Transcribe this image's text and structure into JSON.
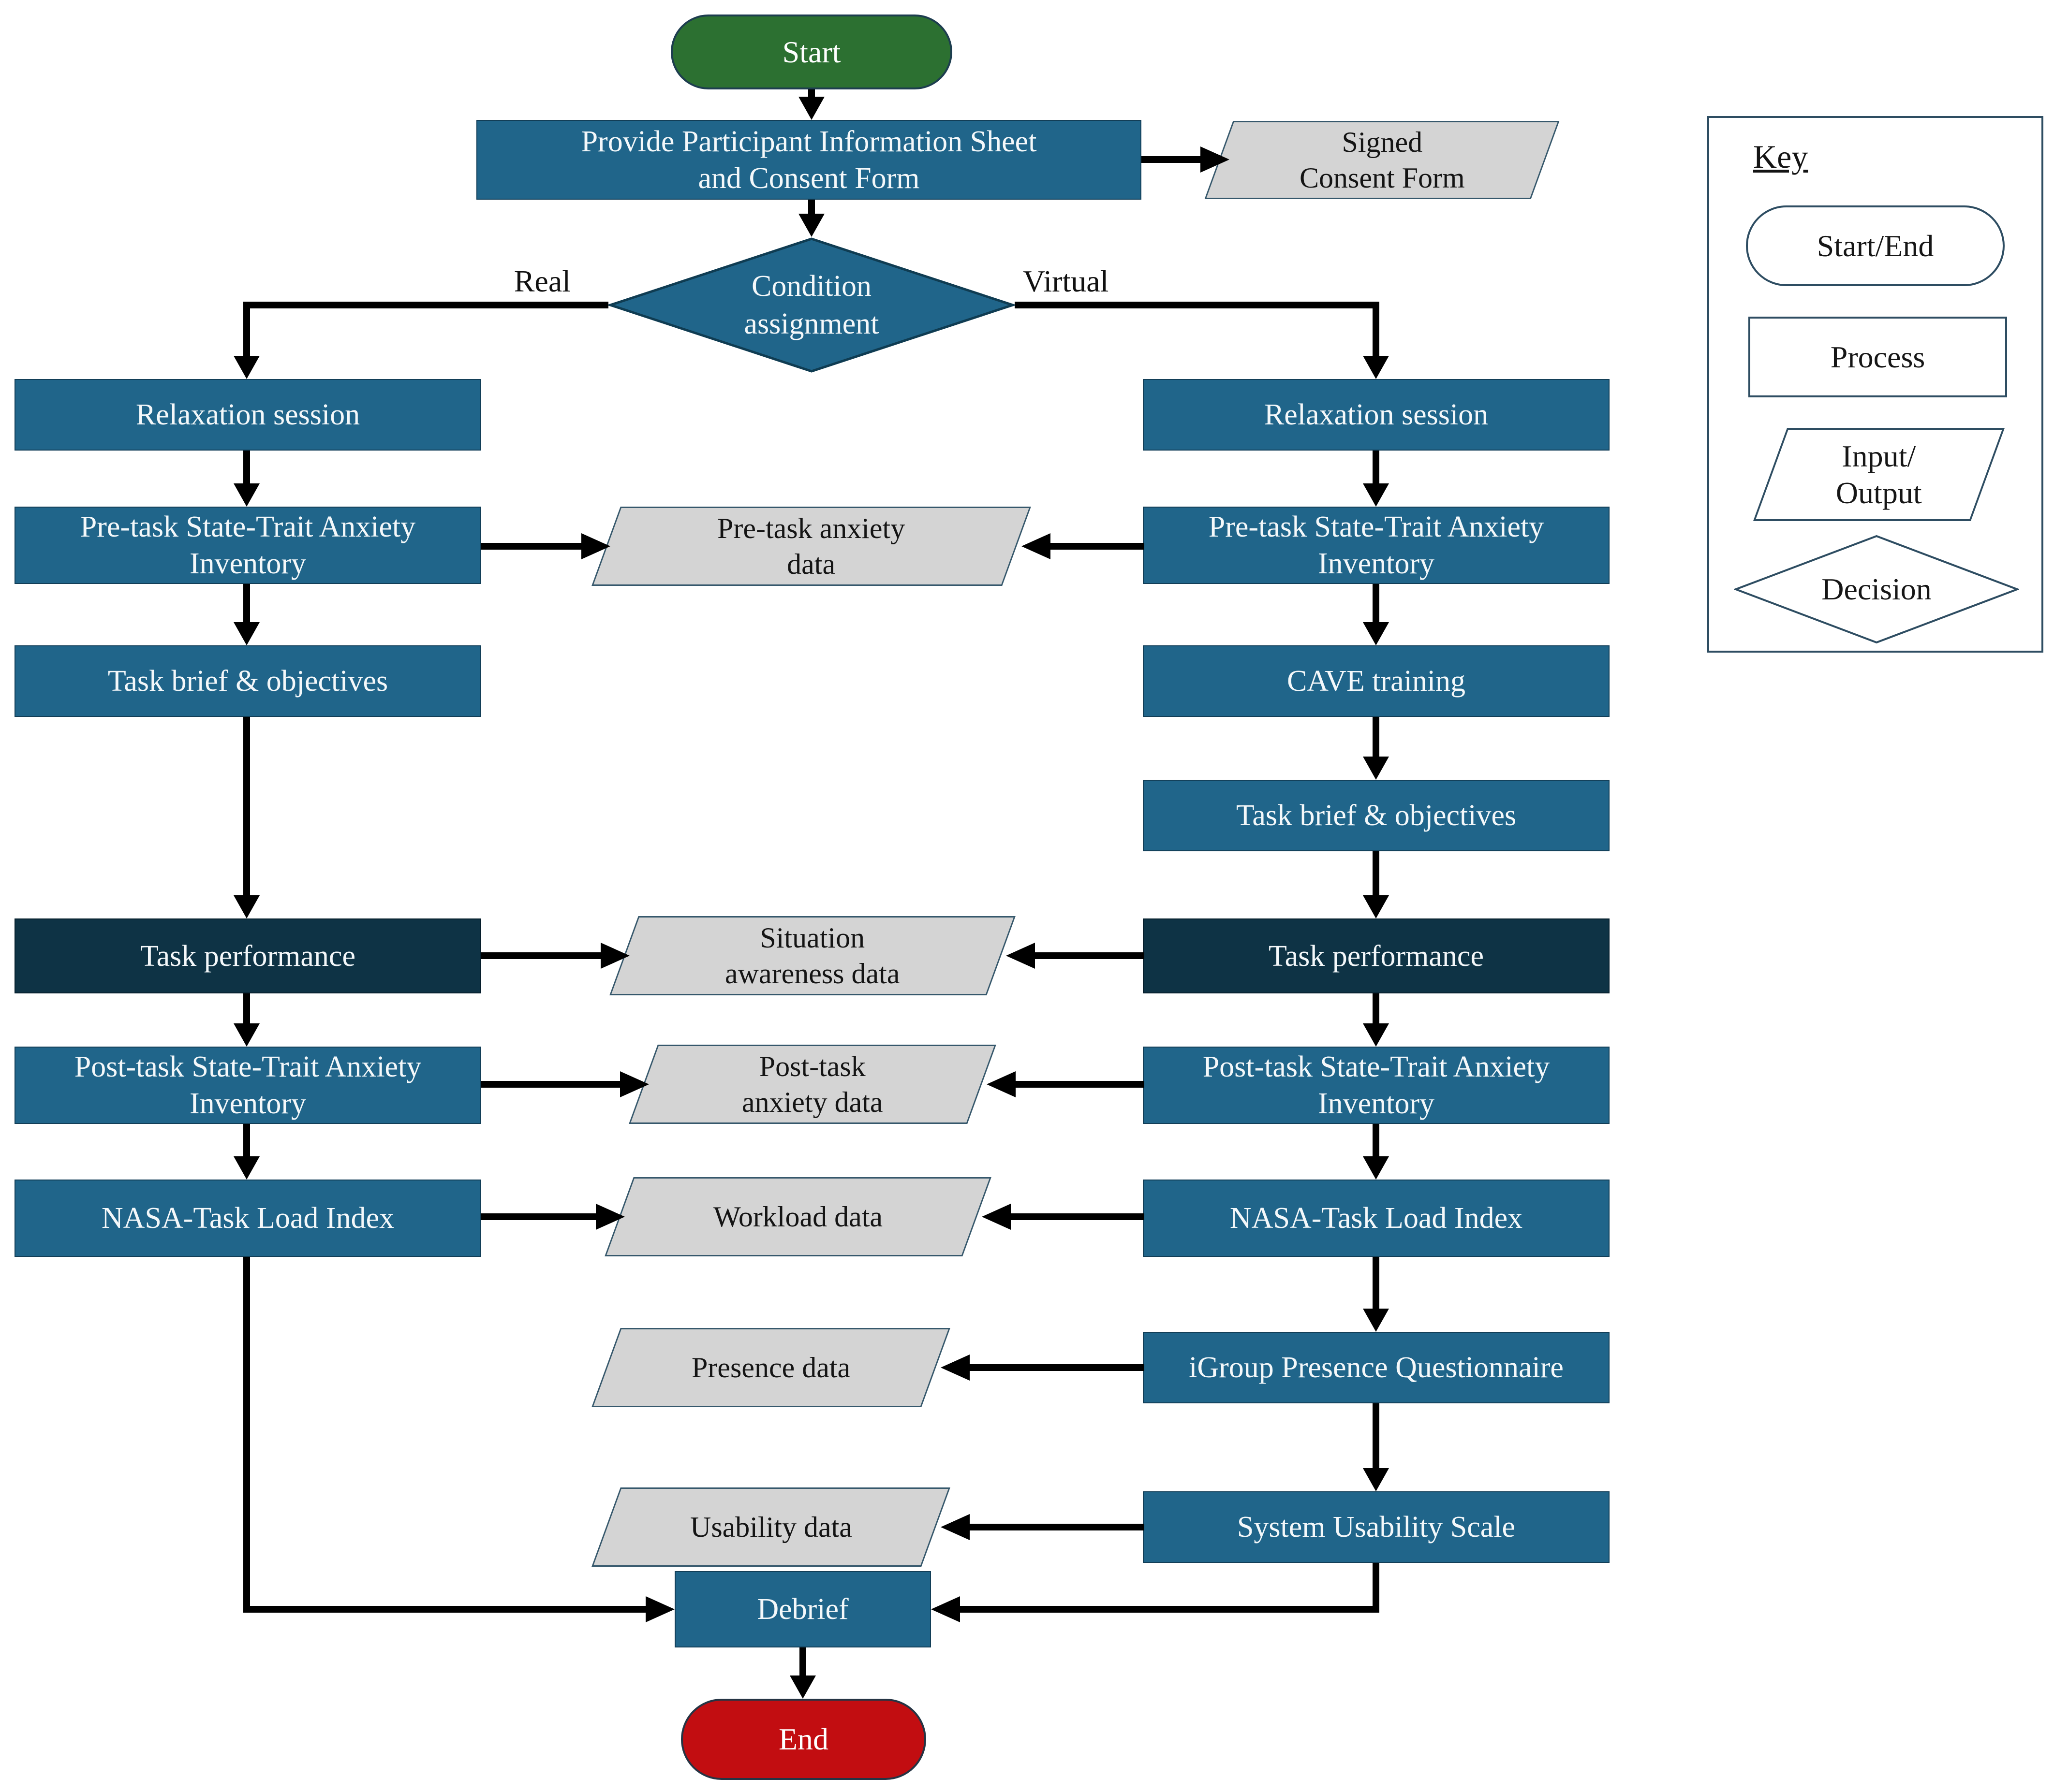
{
  "diagram": {
    "nodes": {
      "start": "Start",
      "provide_info": "Provide Participant Information Sheet\nand Consent Form",
      "signed_consent": "Signed\nConsent Form",
      "condition_assignment": "Condition\nassignment",
      "relaxation_left": "Relaxation session",
      "relaxation_right": "Relaxation session",
      "pretask_stai_left": "Pre-task State-Trait Anxiety\nInventory",
      "pretask_stai_right": "Pre-task State-Trait Anxiety\nInventory",
      "pretask_anxiety_data": "Pre-task anxiety\ndata",
      "task_brief_left": "Task brief & objectives",
      "cave_training": "CAVE training",
      "task_brief_right": "Task brief & objectives",
      "task_performance_left": "Task performance",
      "task_performance_right": "Task performance",
      "situation_awareness_data": "Situation\nawareness data",
      "posttask_stai_left": "Post-task State-Trait Anxiety\nInventory",
      "posttask_stai_right": "Post-task State-Trait Anxiety\nInventory",
      "posttask_anxiety_data": "Post-task\nanxiety data",
      "nasa_tlx_left": "NASA-Task Load Index",
      "nasa_tlx_right": "NASA-Task Load Index",
      "workload_data": "Workload data",
      "igroup_presence": "iGroup Presence Questionnaire",
      "presence_data": "Presence data",
      "system_usability": "System Usability Scale",
      "usability_data": "Usability data",
      "debrief": "Debrief",
      "end": "End"
    },
    "branches": {
      "real": "Real",
      "virtual": "Virtual"
    },
    "key": {
      "title": "Key",
      "items": [
        "Start/End",
        "Process",
        "Input/\nOutput",
        "Decision"
      ]
    },
    "colors": {
      "process_teal": "#20658a",
      "task_performance_navy": "#0e3345",
      "start_green": "#2c7031",
      "end_red": "#c20d11",
      "io_gray": "#d4d4d4",
      "outline": "#2e4d62",
      "arrow": "#000000"
    }
  }
}
